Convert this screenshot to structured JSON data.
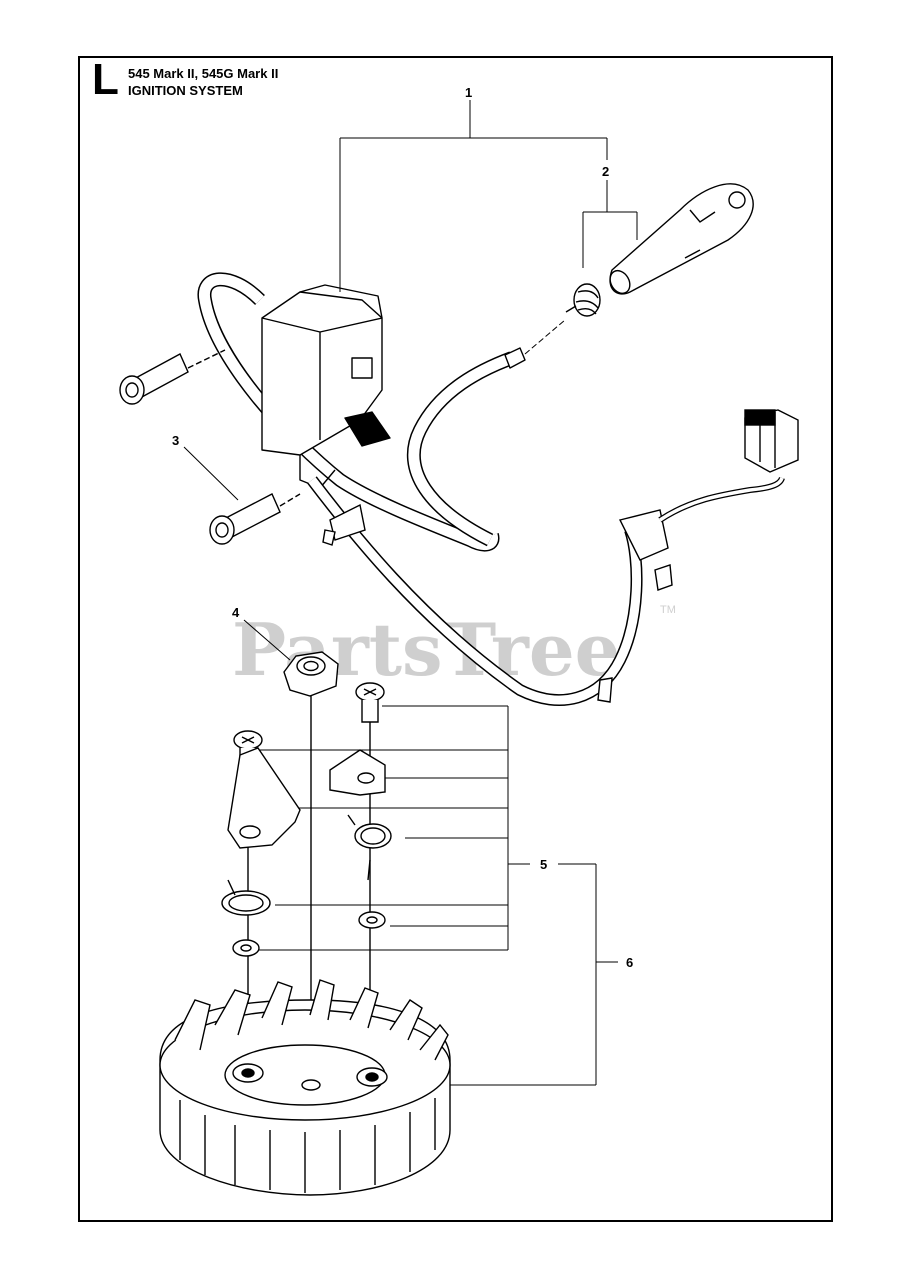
{
  "header": {
    "section_letter": "L",
    "model_line": "545 Mark II, 545G Mark II",
    "system_line": "IGNITION SYSTEM"
  },
  "watermark": {
    "text": "PartsTree",
    "trademark": "TM"
  },
  "callouts": [
    {
      "id": "1",
      "label": "1"
    },
    {
      "id": "2",
      "label": "2"
    },
    {
      "id": "3",
      "label": "3"
    },
    {
      "id": "4",
      "label": "4"
    },
    {
      "id": "5",
      "label": "5"
    },
    {
      "id": "6",
      "label": "6"
    }
  ],
  "colors": {
    "line": "#000000",
    "watermark": "#cfcfcf",
    "part_fill": "#ffffff",
    "shade": "#bdbdbd"
  }
}
